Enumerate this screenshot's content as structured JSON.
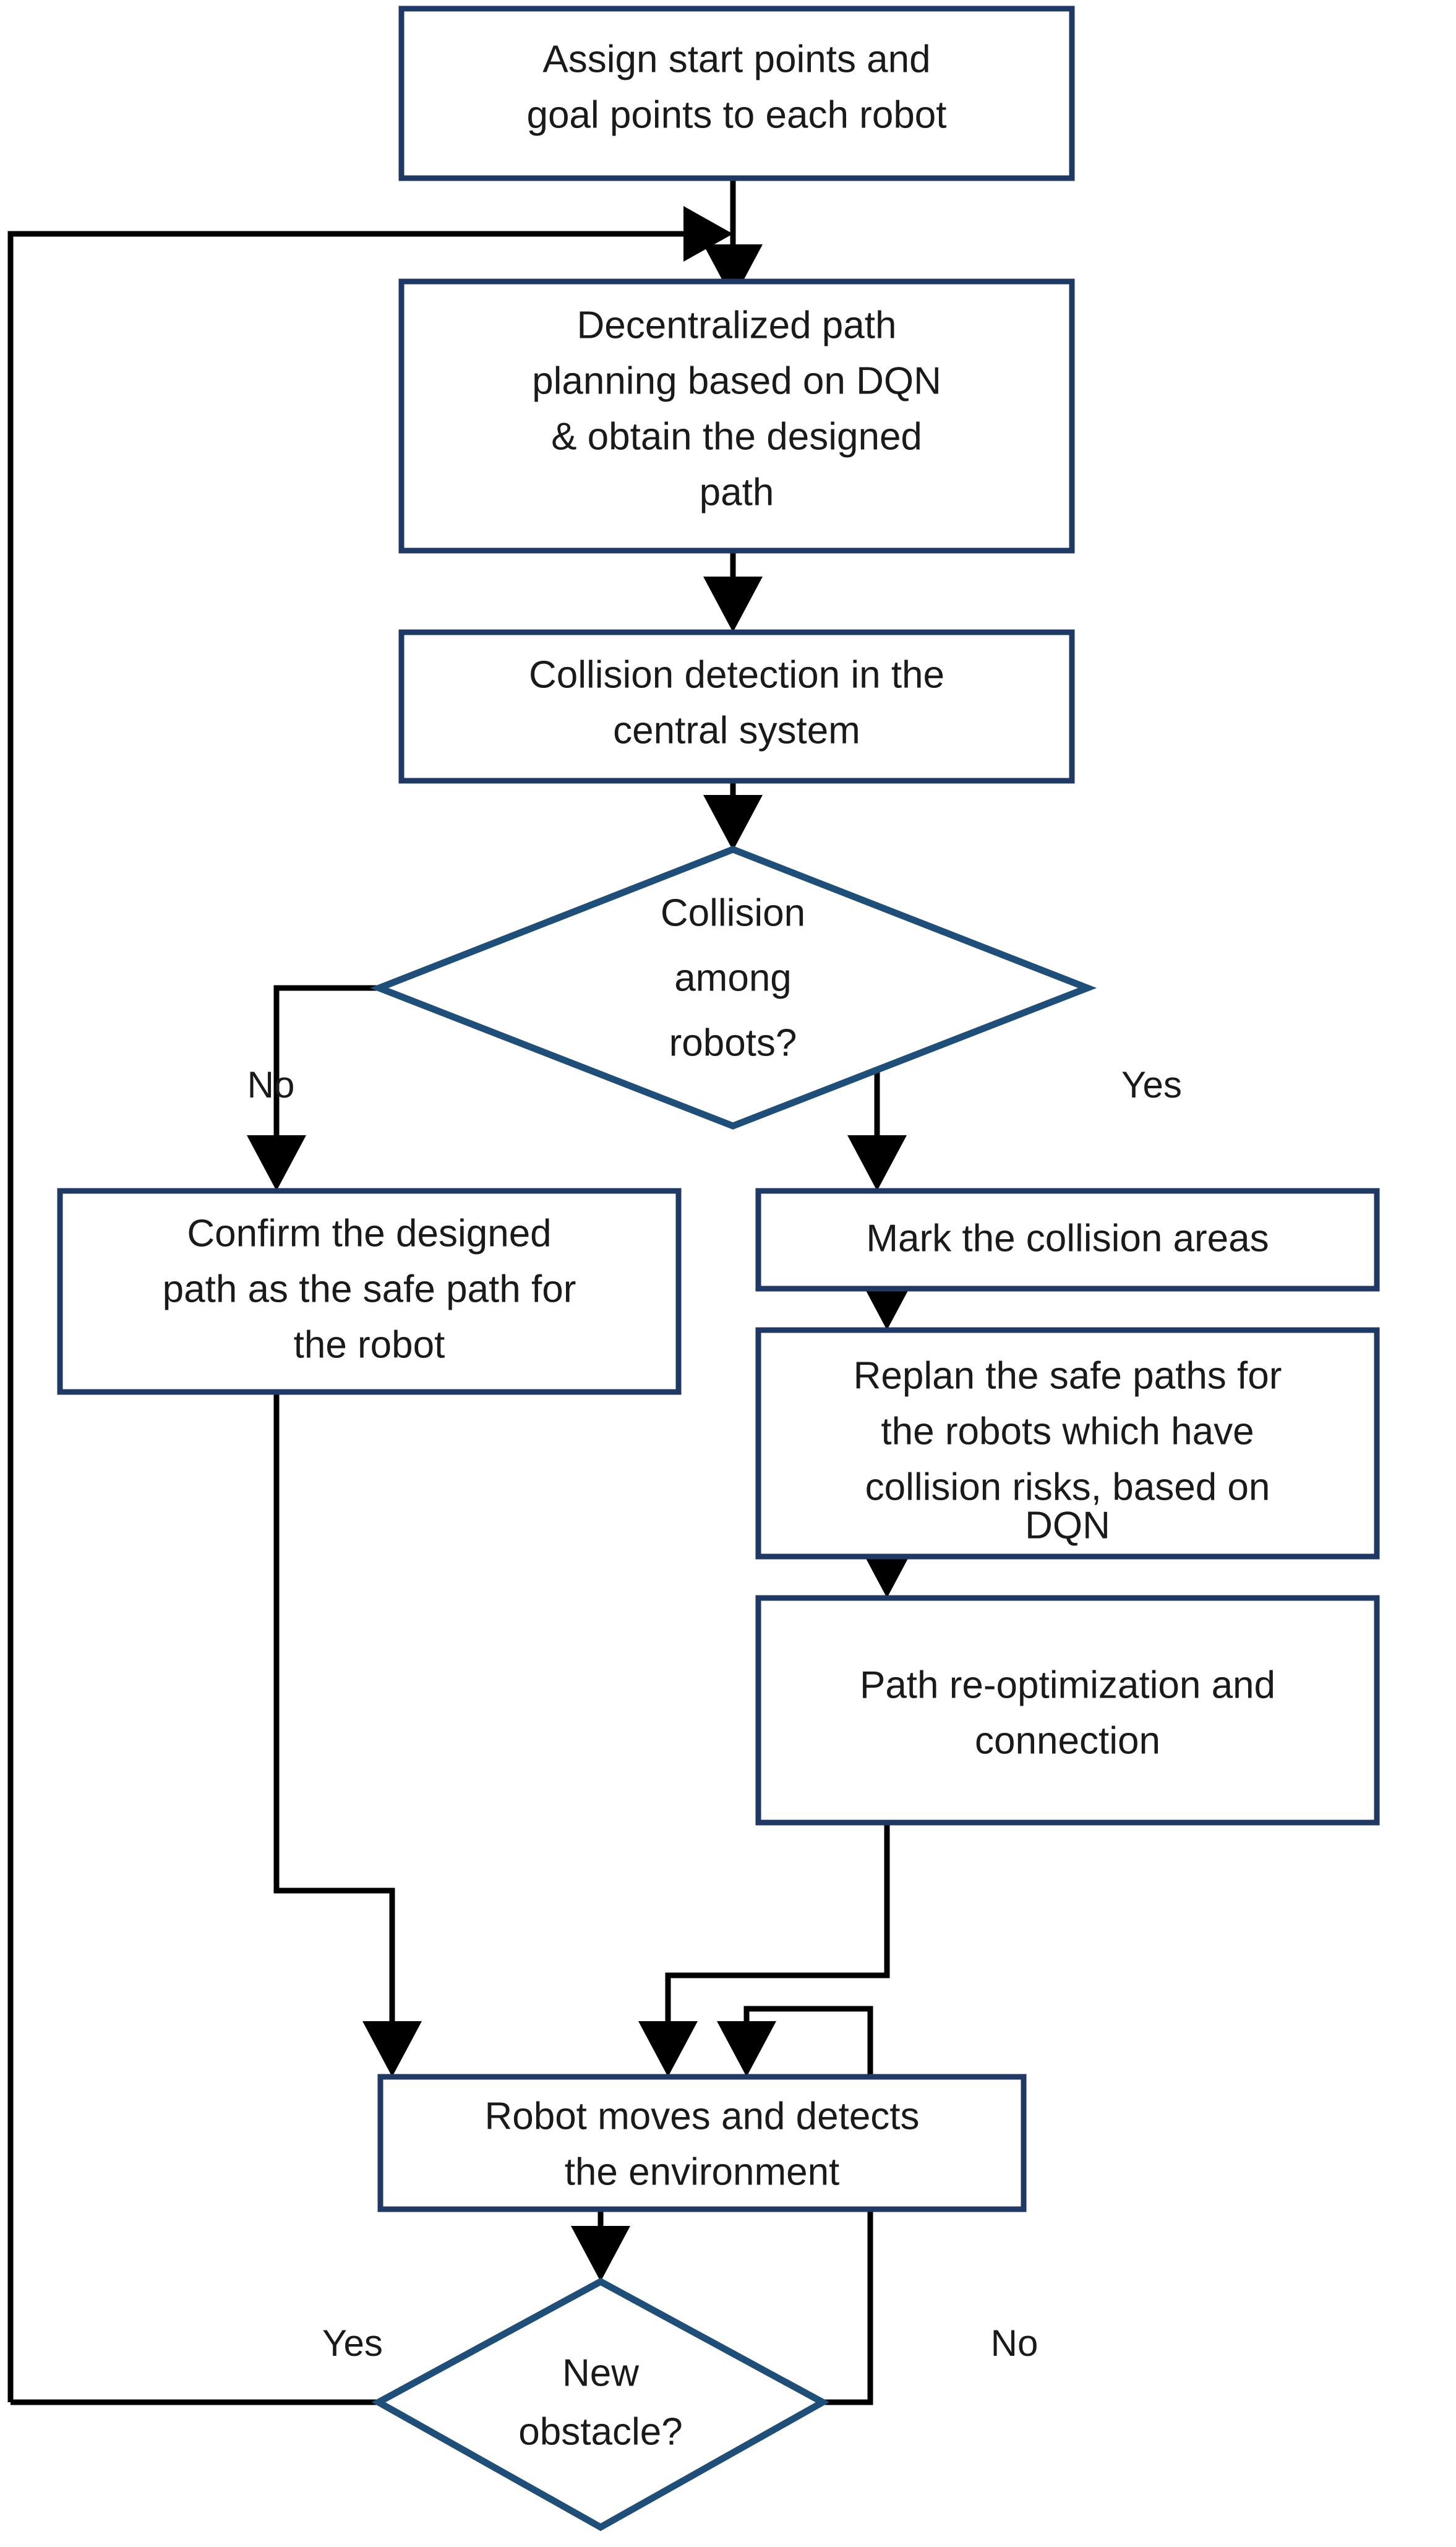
{
  "diagram": {
    "title": "Multi-robot decentralized DQN path planning flowchart",
    "type": "flowchart",
    "colors": {
      "box_border": "#1F3864",
      "diamond_border": "#1F4E79",
      "connector": "#000000",
      "box_fill": "#ffffff",
      "text": "#1a1a1a",
      "background": "#ffffff"
    }
  },
  "nodes": {
    "assign": {
      "shape": "process",
      "lines": [
        "Assign start points and",
        "goal points to each robot"
      ]
    },
    "plan": {
      "shape": "process",
      "lines": [
        "Decentralized path",
        "planning based on DQN",
        "& obtain the designed",
        "path"
      ]
    },
    "detect": {
      "shape": "process",
      "lines": [
        "Collision detection in the",
        "central system"
      ]
    },
    "collision_decision": {
      "shape": "decision",
      "lines": [
        "Collision",
        "among",
        "robots?"
      ]
    },
    "confirm": {
      "shape": "process",
      "lines": [
        "Confirm the designed",
        "path as the safe path for",
        "the robot"
      ]
    },
    "mark": {
      "shape": "process",
      "lines": [
        "Mark the collision areas"
      ]
    },
    "replan": {
      "shape": "process",
      "lines": [
        "Replan the safe paths for",
        "the robots which have",
        "collision risks, based on",
        "DQN"
      ]
    },
    "reopt": {
      "shape": "process",
      "lines": [
        "Path re-optimization and",
        "connection"
      ]
    },
    "move": {
      "shape": "process",
      "lines": [
        "Robot moves and detects",
        "the environment"
      ]
    },
    "obstacle_decision": {
      "shape": "decision",
      "lines": [
        "New",
        "obstacle?"
      ]
    }
  },
  "branch_labels": {
    "collision_no": "No",
    "collision_yes": "Yes",
    "obstacle_yes": "Yes",
    "obstacle_no": "No"
  }
}
